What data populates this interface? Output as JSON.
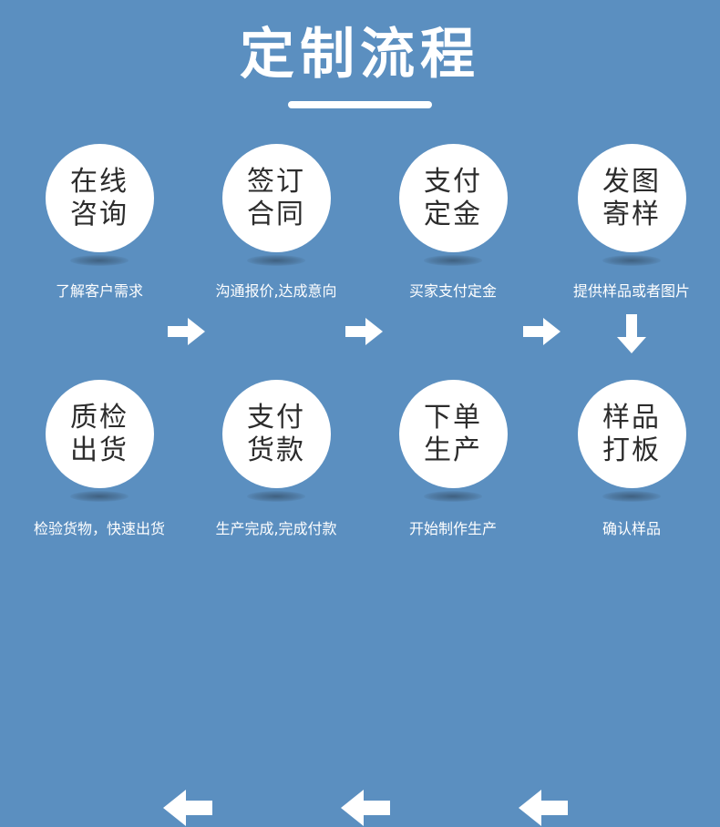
{
  "header": {
    "title": "定制流程",
    "underline": true
  },
  "colors": {
    "background": "#5b8fc0",
    "node_fill": "#ffffff",
    "node_text": "#2c2c2c",
    "caption_text": "#ffffff",
    "arrow": "#ffffff"
  },
  "flow": {
    "row_top": {
      "direction": "left-to-right",
      "steps": [
        {
          "index": 1,
          "line1": "在线",
          "line2": "咨询",
          "caption": "了解客户需求"
        },
        {
          "index": 2,
          "line1": "签订",
          "line2": "合同",
          "caption": "沟通报价,达成意向"
        },
        {
          "index": 3,
          "line1": "支付",
          "line2": "定金",
          "caption": "买家支付定金"
        },
        {
          "index": 4,
          "line1": "发图",
          "line2": "寄样",
          "caption": "提供样品或者图片"
        }
      ],
      "connectors": [
        {
          "icon": "arrow-right-icon",
          "after_step": 1
        },
        {
          "icon": "arrow-right-icon",
          "after_step": 2
        },
        {
          "icon": "arrow-right-icon",
          "after_step": 3
        }
      ]
    },
    "row_connector": {
      "icon": "arrow-down-icon",
      "from_step": 4,
      "to_step": 5
    },
    "row_bottom": {
      "direction": "right-to-left",
      "steps": [
        {
          "index": 8,
          "line1": "质检",
          "line2": "出货",
          "caption": "检验货物，快速出货"
        },
        {
          "index": 7,
          "line1": "支付",
          "line2": "货款",
          "caption": "生产完成,完成付款"
        },
        {
          "index": 6,
          "line1": "下单",
          "line2": "生产",
          "caption": "开始制作生产"
        },
        {
          "index": 5,
          "line1": "样品",
          "line2": "打板",
          "caption": "确认样品"
        }
      ],
      "connectors": [
        {
          "icon": "arrow-left-icon",
          "after_step": 7
        },
        {
          "icon": "arrow-left-icon",
          "after_step": 6
        },
        {
          "icon": "arrow-left-icon",
          "after_step": 5
        }
      ]
    }
  }
}
